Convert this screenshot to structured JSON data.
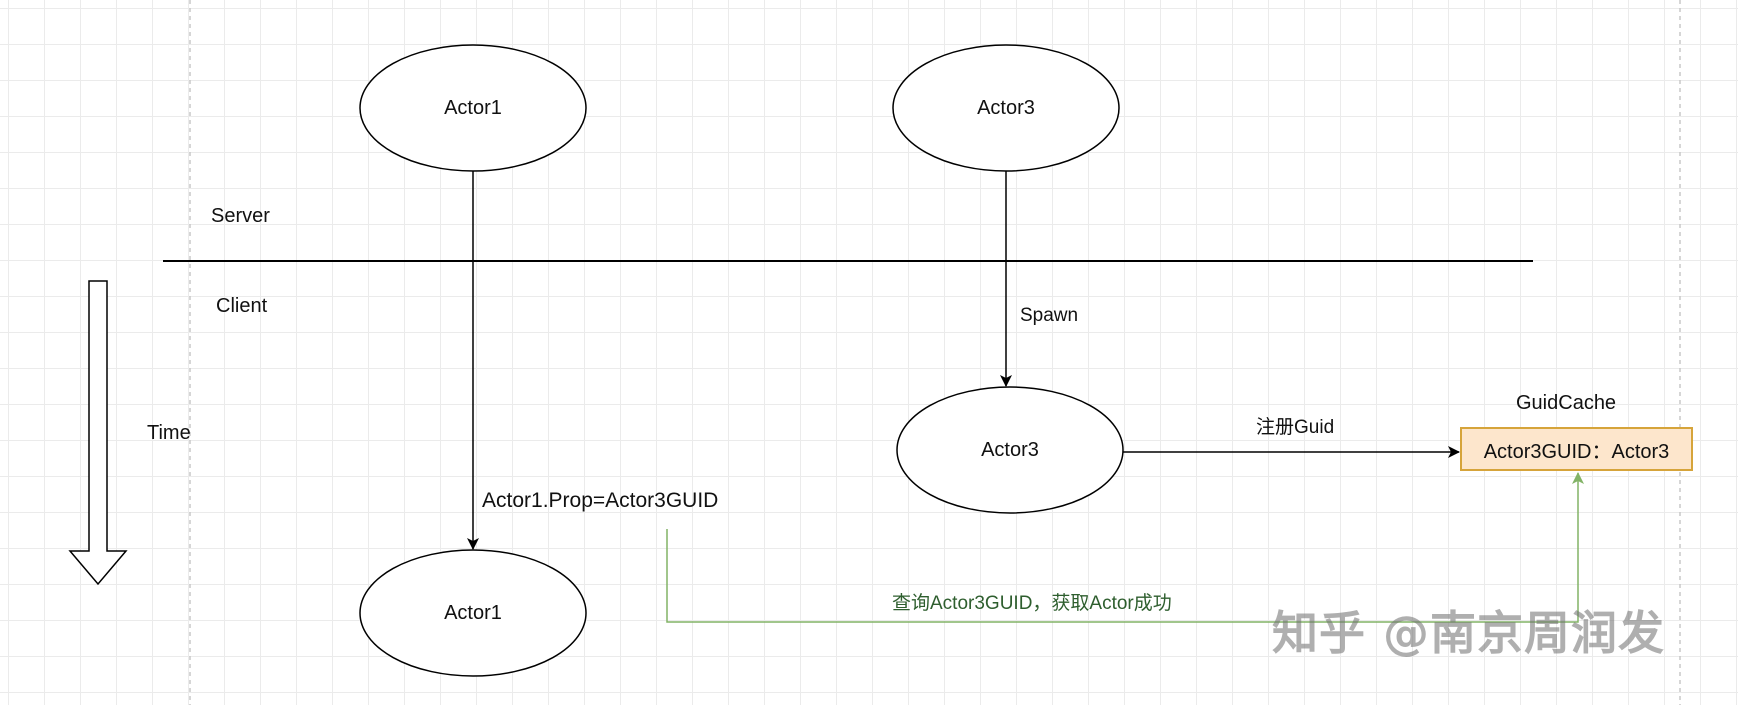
{
  "diagram": {
    "server_label": "Server",
    "client_label": "Client",
    "time_label": "Time",
    "server_actor1": "Actor1",
    "server_actor3": "Actor3",
    "spawn_label": "Spawn",
    "client_actor3": "Actor3",
    "register_label": "注册Guid",
    "cache_title": "GuidCache",
    "cache_entry": "Actor3GUID：Actor3",
    "prop_label": "Actor1.Prop=Actor3GUID",
    "client_actor1": "Actor1",
    "query_label": "查询Actor3GUID，获取Actor成功",
    "watermark": "知乎 @南京周润发"
  },
  "colors": {
    "query_line": "#82b366",
    "cache_fill": "#fde6cc",
    "cache_border": "#d6a43a"
  }
}
